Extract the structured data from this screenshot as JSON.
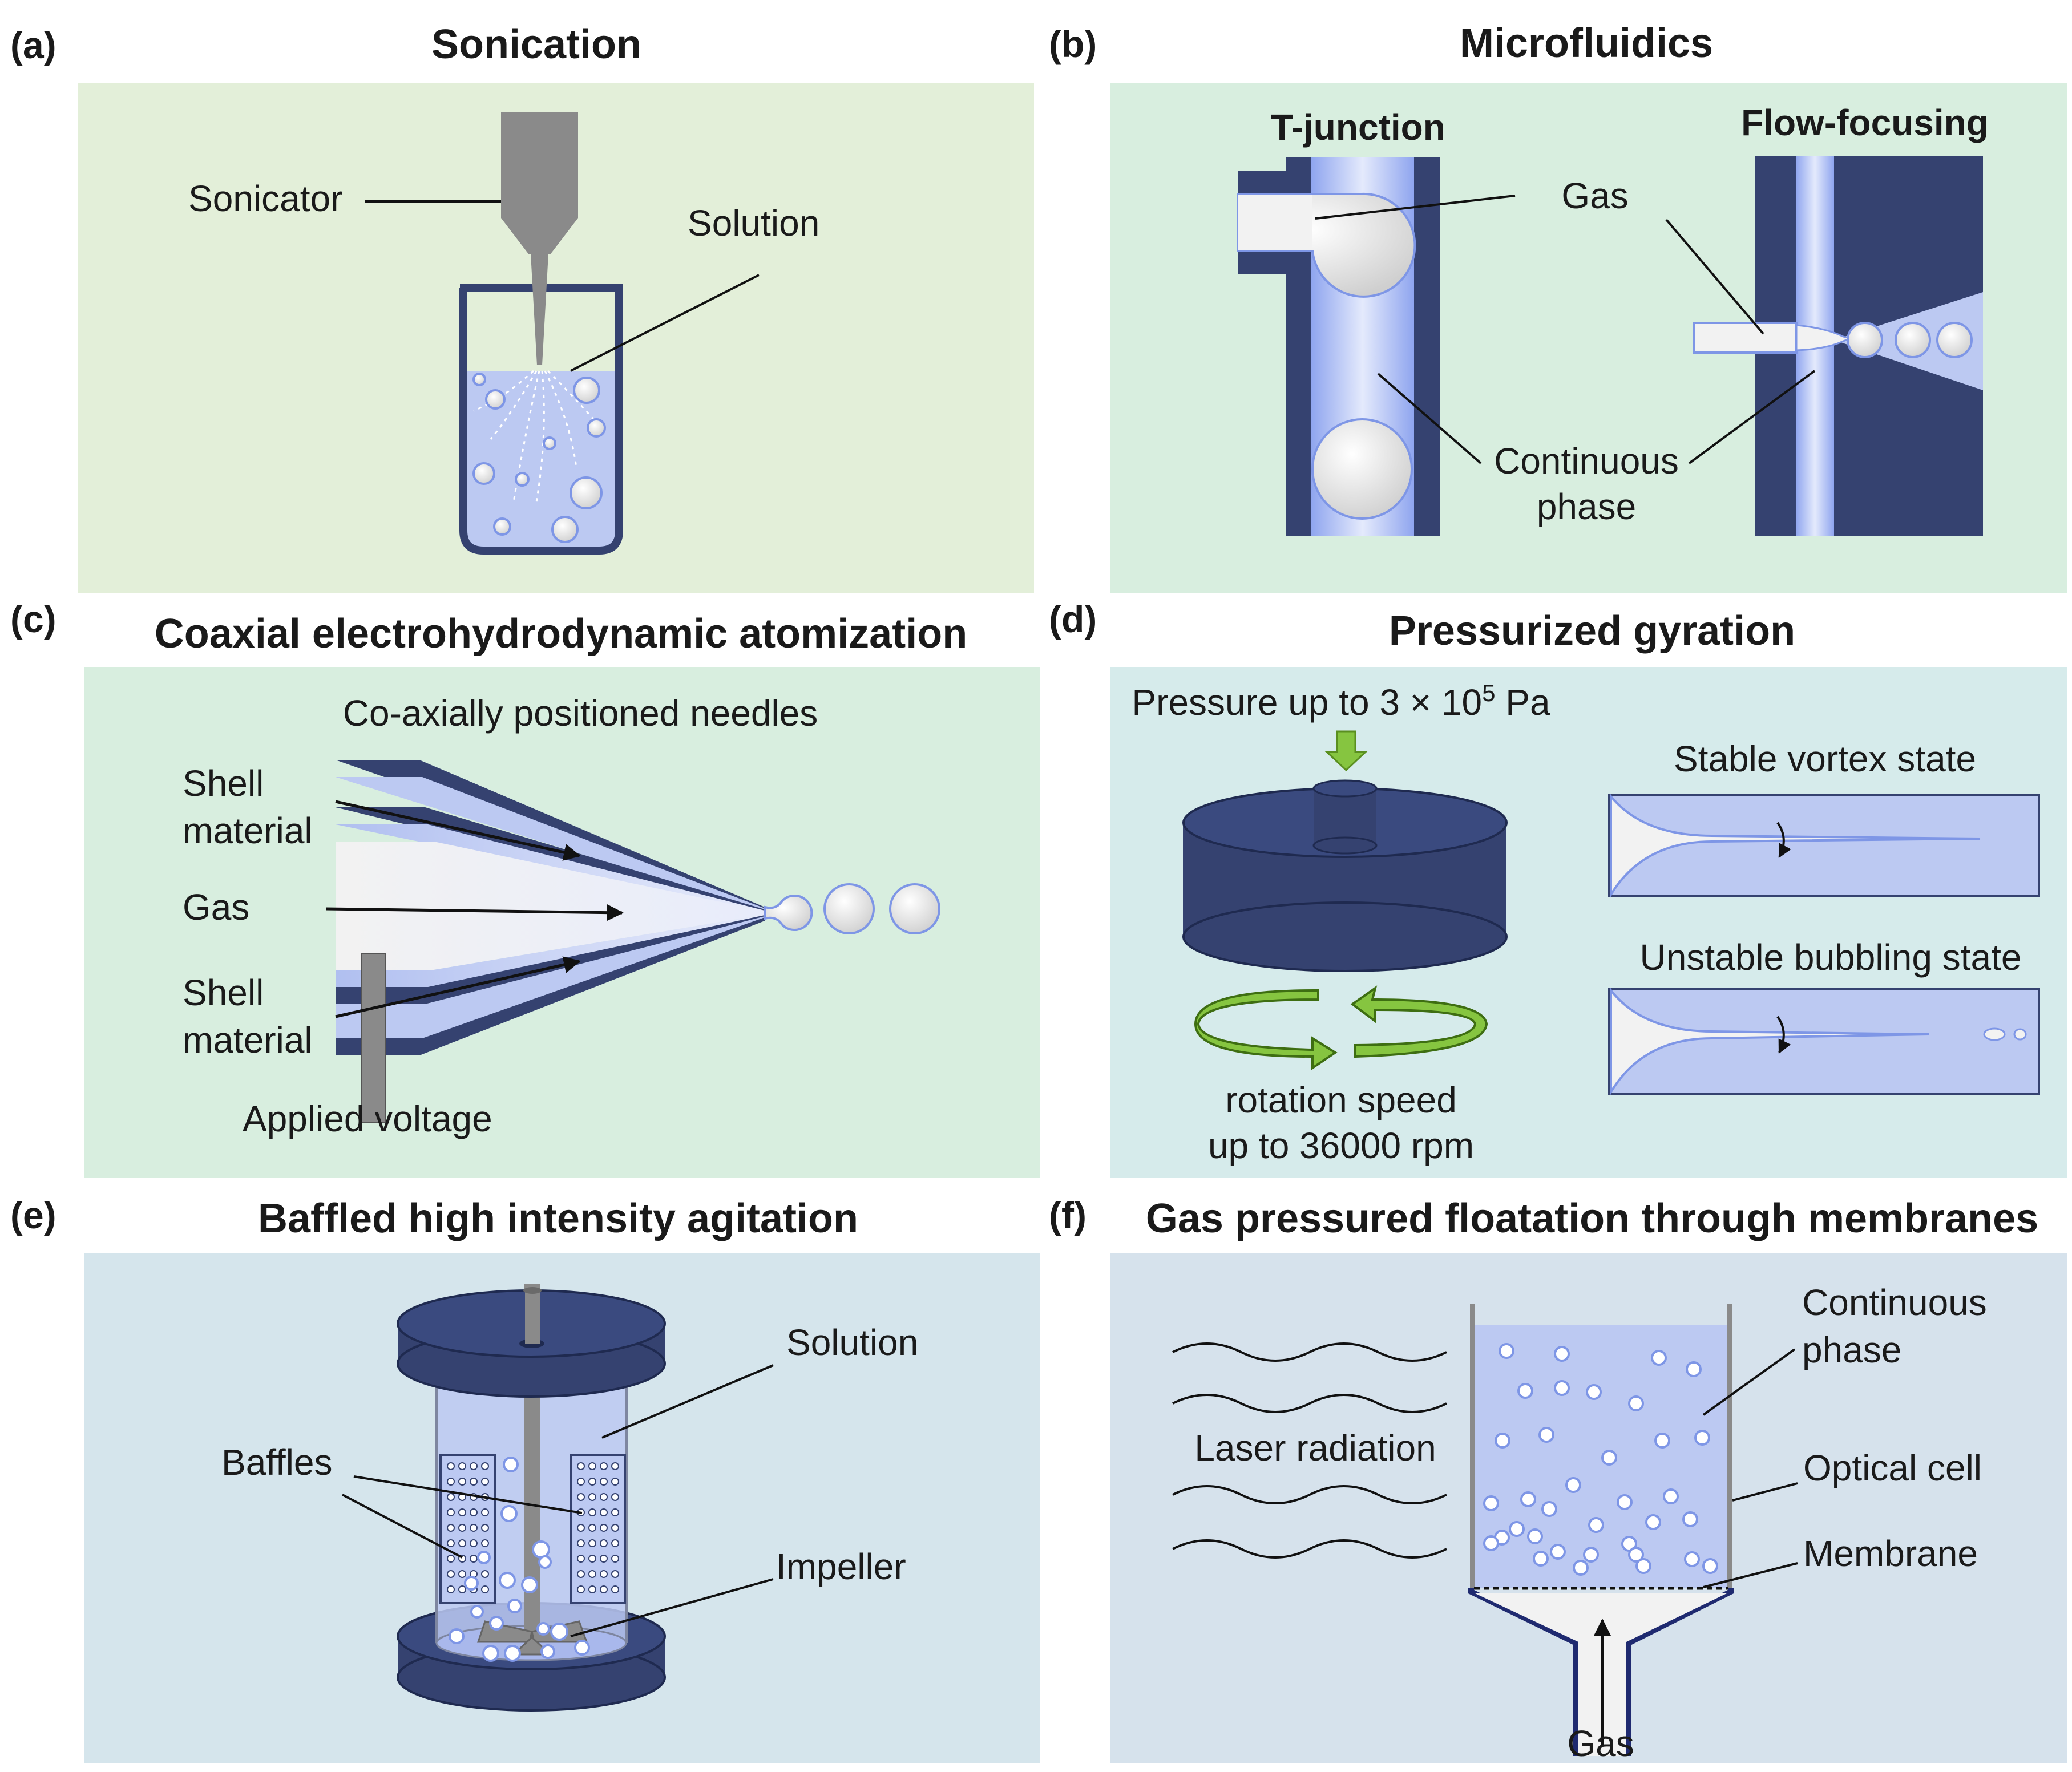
{
  "colors": {
    "panel_green": "#e3efd9",
    "panel_mint": "#d8eedf",
    "panel_teal": "#d6ebeb",
    "panel_blue": "#d5e5ec",
    "panel_grey_blue": "#d6e2ec",
    "navy": "#354270",
    "liquid": "#bcc9f2",
    "bubble_edge": "#7e96e6",
    "metal": "#8a8a8a",
    "arrow_green": "#86c540"
  },
  "panels": {
    "a": {
      "letter": "(a)",
      "title": "Sonication",
      "sonicator": "Sonicator",
      "solution": "Solution"
    },
    "b": {
      "letter": "(b)",
      "title": "Microfluidics",
      "t_junction": "T-junction",
      "flow_focusing": "Flow-focusing",
      "gas": "Gas",
      "continuous_1": "Continuous",
      "continuous_2": "phase"
    },
    "c": {
      "letter": "(c)",
      "title": "Coaxial electrohydrodynamic atomization",
      "needles": "Co-axially positioned needles",
      "shell_top_1": "Shell",
      "shell_top_2": "material",
      "gas": "Gas",
      "shell_bottom_1": "Shell",
      "shell_bottom_2": "material",
      "voltage": "Applied voltage"
    },
    "d": {
      "letter": "(d)",
      "title": "Pressurized gyration",
      "pressure_prefix": "Pressure up to 3 × 10",
      "pressure_exp": "5",
      "pressure_unit": " Pa",
      "stable": "Stable vortex state",
      "unstable": "Unstable bubbling state",
      "rotation_1": "rotation speed",
      "rotation_2": "up to 36000 rpm"
    },
    "e": {
      "letter": "(e)",
      "title": "Baffled high intensity agitation",
      "solution": "Solution",
      "baffles": "Baffles",
      "impeller": "Impeller"
    },
    "f": {
      "letter": "(f)",
      "title": "Gas pressured floatation through membranes",
      "continuous_1": "Continuous",
      "continuous_2": "phase",
      "laser": "Laser radiation",
      "optical_cell": "Optical cell",
      "membrane": "Membrane",
      "gas": "Gas"
    }
  }
}
